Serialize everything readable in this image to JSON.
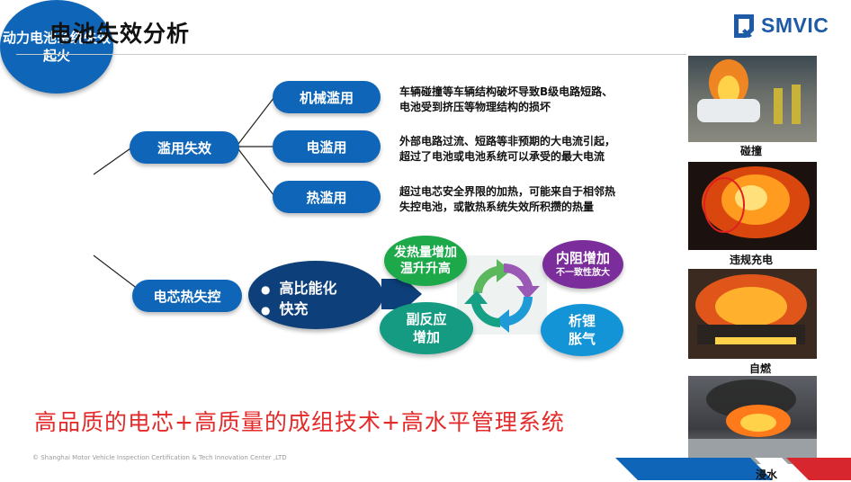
{
  "title": "电池失效分析",
  "logo": {
    "text": "SMVIC"
  },
  "root": {
    "label": "动力电池系统失效起火"
  },
  "branch_misuse": {
    "label": "滥用失效",
    "items": [
      {
        "label": "机械滥用",
        "desc": "车辆碰撞等车辆结构破坏导致B级电路短路、\n电池受到挤压等物理结构的损坏"
      },
      {
        "label": "电滥用",
        "desc": "外部电路过流、短路等非预期的大电流引起，\n超过了电池或电池系统可以承受的最大电流"
      },
      {
        "label": "热滥用",
        "desc": "超过电芯安全界限的加热，可能来自于相邻热\n失控电池，或散热系统失效所积攒的热量"
      }
    ]
  },
  "branch_cell": {
    "label": "电芯热失控",
    "bullets": [
      "高比能化",
      "快充"
    ]
  },
  "cycle": [
    {
      "line1": "发热量增加",
      "line2": "温升升高",
      "color": "#1da84a"
    },
    {
      "line1": "内阻增加",
      "line2": "不一致性放大",
      "color": "#7b2d9c"
    },
    {
      "line1": "析锂",
      "line2": "胀气",
      "color": "#1294d6"
    },
    {
      "line1": "副反应",
      "line2": "增加",
      "color": "#149b82"
    }
  ],
  "photos": [
    {
      "caption": "碰撞"
    },
    {
      "caption": "违规充电"
    },
    {
      "caption": "自燃"
    },
    {
      "caption": "浸水"
    }
  ],
  "slogan": "高品质的电芯+高质量的成组技术+高水平管理系统",
  "footer": "© Shanghai Motor Vehicle Inspection Certification & Tech Innovation Center ,LTD"
}
